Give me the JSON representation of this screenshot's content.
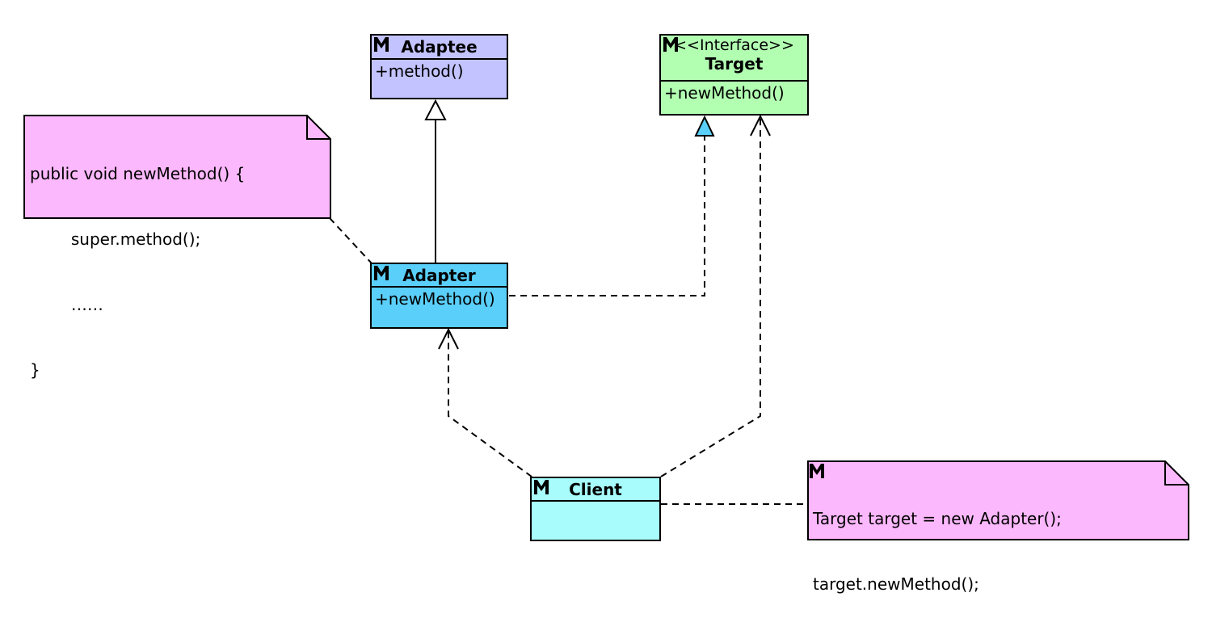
{
  "diagram": {
    "classes": {
      "adaptee": {
        "name": "Adaptee",
        "method": "+method()",
        "color": "#c3c3ff"
      },
      "target": {
        "stereotype": "<<Interface>>",
        "name": "Target",
        "method": "+newMethod()",
        "color": "#b2ffb2"
      },
      "adapter": {
        "name": "Adapter",
        "method": "+newMethod()",
        "color": "#5acff9"
      },
      "client": {
        "name": "Client",
        "color": "#a8fcfc"
      }
    },
    "notes": {
      "adapter_note": {
        "lines": [
          "public void newMethod() {",
          "        super.method();",
          "        ……",
          "}"
        ],
        "color": "#fcb8fc"
      },
      "client_note": {
        "lines": [
          "Target target = new Adapter();",
          "target.newMethod();"
        ],
        "color": "#fcb8fc"
      }
    },
    "relationships": [
      {
        "from": "Adapter",
        "to": "Adaptee",
        "type": "generalization"
      },
      {
        "from": "Adapter",
        "to": "Target",
        "type": "realization"
      },
      {
        "from": "Client",
        "to": "Adapter",
        "type": "dependency"
      },
      {
        "from": "Client",
        "to": "Target",
        "type": "dependency"
      },
      {
        "from": "adapter_note",
        "to": "Adapter",
        "type": "note-anchor"
      },
      {
        "from": "client_note",
        "to": "Client",
        "type": "note-anchor"
      }
    ]
  }
}
